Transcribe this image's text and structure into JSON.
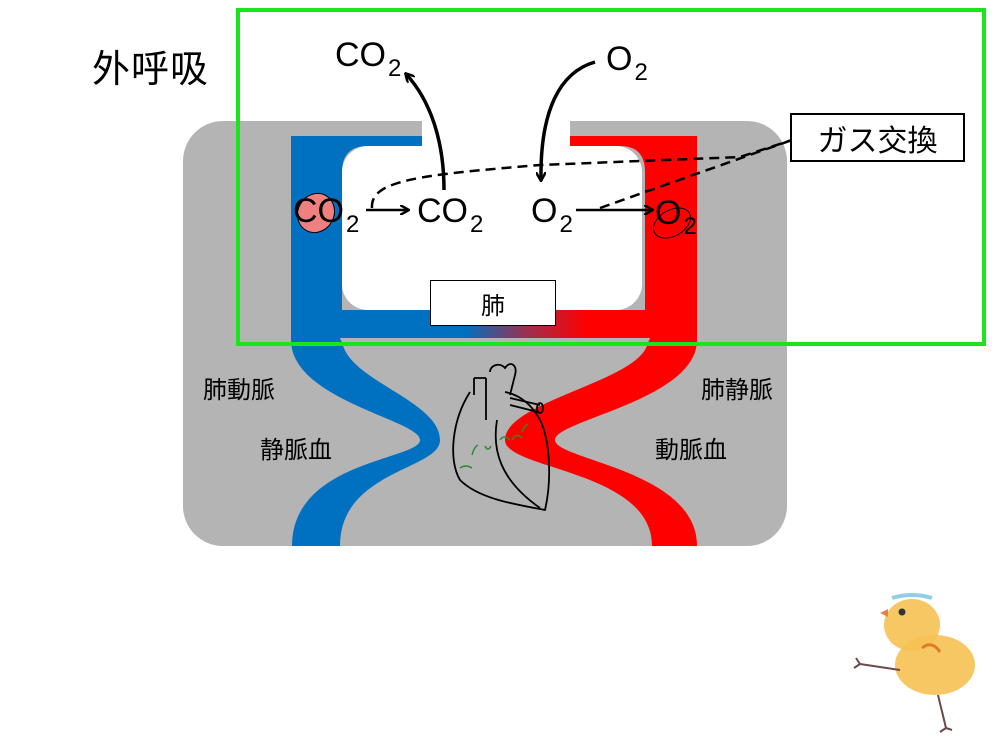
{
  "title": "外呼吸",
  "lung_label": "肺",
  "gas_exchange_label": "ガス交換",
  "vessel_labels": {
    "pulmonary_artery": "肺動脈",
    "pulmonary_vein": "肺静脈",
    "venous_blood": "静脈血",
    "arterial_blood": "動脈血"
  },
  "chemicals": {
    "co2_out_top": {
      "base": "CO",
      "sub": "2"
    },
    "o2_in_top": {
      "base": "O",
      "sub": "2"
    },
    "co2_blood": {
      "base": "CO",
      "sub": "2"
    },
    "co2_alveolus": {
      "base": "CO",
      "sub": "2"
    },
    "o2_alveolus": {
      "base": "O",
      "sub": "2"
    },
    "o2_blood": {
      "base": "O",
      "sub": "2"
    }
  },
  "colors": {
    "venous": "#0070C0",
    "arterial": "#FF0000",
    "background_panel": "#B4B4B4",
    "highlight_frame": "#19E619",
    "red_blood_cell": "#F08080"
  }
}
